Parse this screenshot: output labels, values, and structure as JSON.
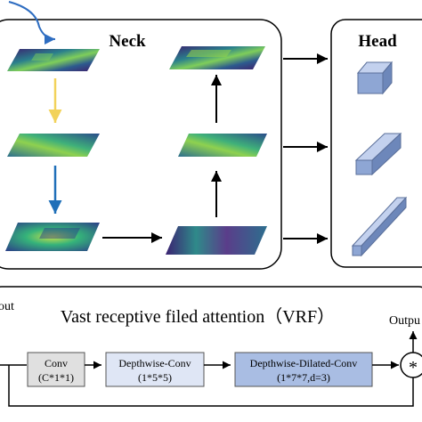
{
  "neck": {
    "title": "Neck"
  },
  "head": {
    "title": "Head"
  },
  "vrf": {
    "title": "Vast receptive filed attention（VRF）",
    "input_label": "out",
    "output_label": "Outpu",
    "conv": {
      "name": "Conv",
      "params": "(C*1*1)"
    },
    "dw_conv": {
      "name": "Depthwise-Conv",
      "params": "(1*5*5)"
    },
    "dw_dilated_conv": {
      "name": "Depthwise-Dilated-Conv",
      "params": "(1*7*7,d=3)"
    },
    "multiply_symbol": "*"
  },
  "colors": {
    "yellow_arrow": "#f2d25a",
    "blue_arrow": "#1f6fb8",
    "input_arrow": "#2e6dc1",
    "conv_fill": "#e0e0e0",
    "dw_conv_fill": "#dfe6f5",
    "dw_dilated_fill": "#a9bde3",
    "cube_fill": "#8ea6d4",
    "cube_top": "#c3d1ee",
    "cube_side": "#6d87ba"
  },
  "icons": [
    "feature-map",
    "cuboid",
    "arrow",
    "multiply-circle"
  ]
}
